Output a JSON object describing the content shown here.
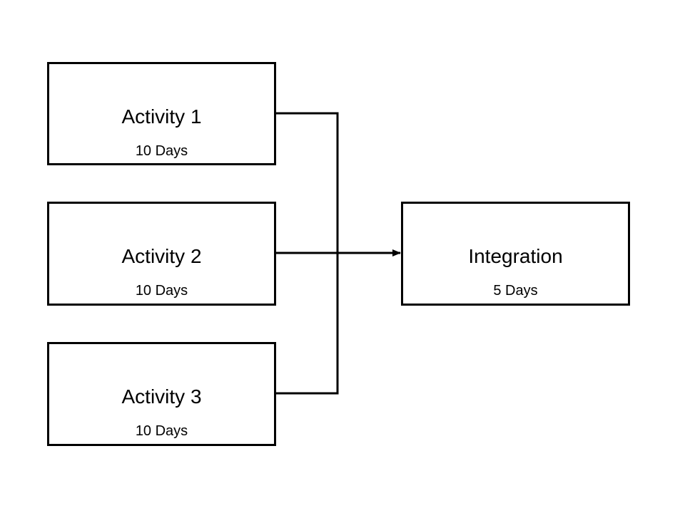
{
  "diagram": {
    "activities": [
      {
        "title": "Activity 1",
        "duration": "10 Days"
      },
      {
        "title": "Activity 2",
        "duration": "10 Days"
      },
      {
        "title": "Activity 3",
        "duration": "10 Days"
      }
    ],
    "integration": {
      "title": "Integration",
      "duration": "5 Days"
    }
  },
  "colors": {
    "stroke": "#000000",
    "background": "#ffffff"
  }
}
